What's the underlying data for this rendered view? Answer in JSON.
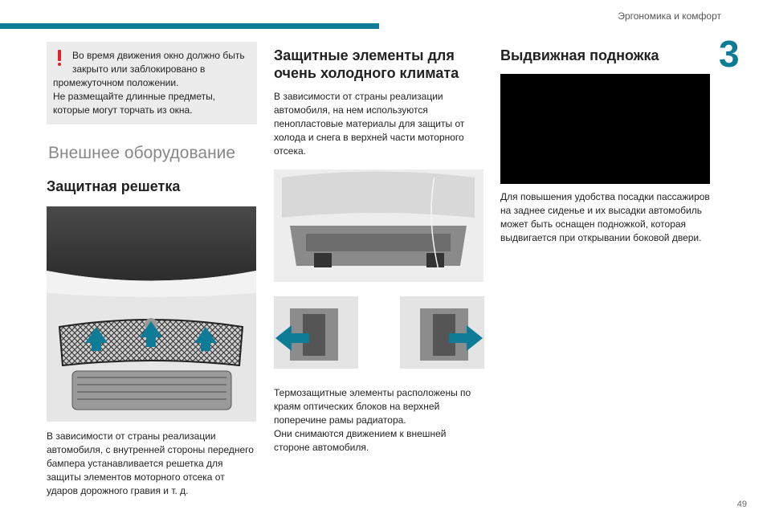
{
  "header": {
    "title": "Эргономика и комфорт",
    "chapter": "3"
  },
  "col1": {
    "warning_line1": "Во время движения окно должно быть закрыто или заблокировано в",
    "warning_line2": "промежуточном положении.",
    "warning_line3": "Не размещайте длинные предметы, которые могут торчать из окна.",
    "section_title": "Внешнее оборудование",
    "heading": "Защитная решетка",
    "body": "В зависимости от страны реализации автомобиля, с внутренней стороны переднего бампера устанавливается решетка для защиты элементов моторного отсека от ударов дорожного гравия и т. д."
  },
  "col2": {
    "heading": "Защитные элементы для очень холодного климата",
    "intro": "В зависимости от страны реализации автомобиля, на нем используются пенопластовые материалы для защиты от холода и снега в верхней части моторного отсека.",
    "body1": "Термозащитные элементы расположены по краям оптических блоков на верхней поперечине рамы радиатора.",
    "body2": "Они снимаются движением к внешней стороне автомобиля."
  },
  "col3": {
    "heading": "Выдвижная подножка",
    "body": "Для повышения удобства посадки пассажиров на заднее сиденье и их высадки автомобиль может быть оснащен подножкой, которая выдвигается при открывании боковой двери."
  },
  "footer": {
    "page_number": "49"
  },
  "colors": {
    "accent": "#0f7c97",
    "warning": "#e2202a"
  }
}
